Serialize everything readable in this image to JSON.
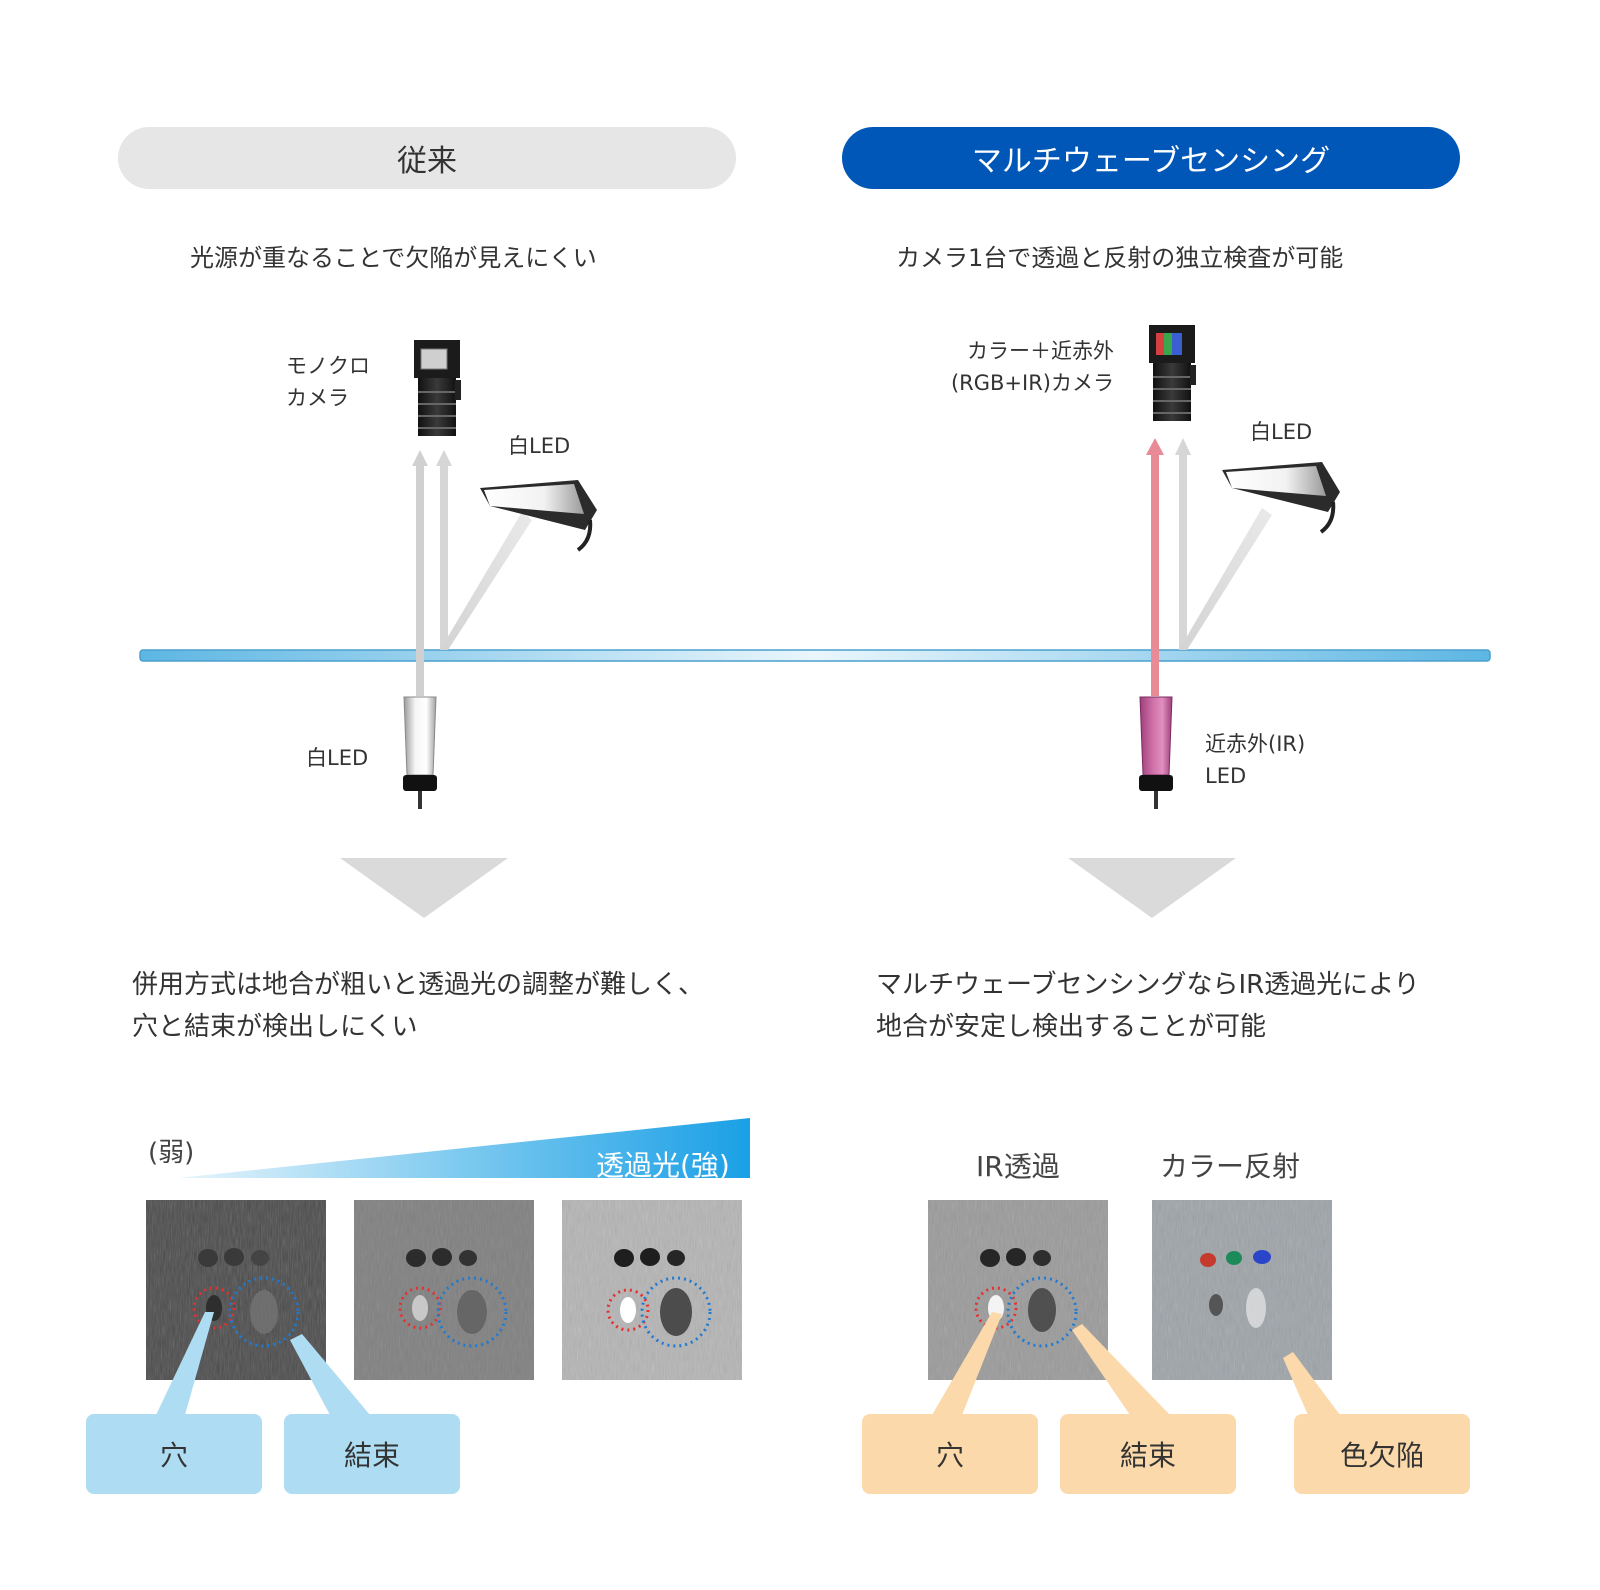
{
  "left": {
    "header": "従来",
    "subtitle": "光源が重なることで欠陥が見えにくい",
    "camera_label_line1": "モノクロ",
    "camera_label_line2": "カメラ",
    "top_led_label": "白LED",
    "bottom_led_label": "白LED",
    "description_line1": "併用方式は地合が粗いと透過光の調整が難しく、",
    "description_line2": "穴と結束が検出しにくい",
    "gradient_weak_label": "(弱)",
    "gradient_strong_label": "透過光(強)",
    "callouts": [
      "穴",
      "結束"
    ]
  },
  "right": {
    "header": "マルチウェーブセンシング",
    "subtitle": "カメラ1台で透過と反射の独立検査が可能",
    "camera_label_line1": "カラー＋近赤外",
    "camera_label_line2": "(RGB+IR)カメラ",
    "top_led_label": "白LED",
    "bottom_led_label_line1": "近赤外(IR)",
    "bottom_led_label_line2": "LED",
    "description_line1": "マルチウェーブセンシングならIR透過光により",
    "description_line2": "地合が安定し検出することが可能",
    "image_labels": [
      "IR透過",
      "カラー反射"
    ],
    "callouts": [
      "穴",
      "結束",
      "色欠陥"
    ]
  },
  "colors": {
    "header_blue": "#0057b8",
    "header_gray": "#e6e6e6",
    "callout_blue": "#aedcf2",
    "callout_orange": "#fbd9aa",
    "ir_beam": "#e98a97",
    "ir_led": "#c8569a",
    "gradient": "#1aa0e6"
  },
  "icons": [
    "monochrome-camera-icon",
    "color-camera-icon",
    "bar-led-icon",
    "ring-led-icon",
    "down-triangle-icon"
  ]
}
